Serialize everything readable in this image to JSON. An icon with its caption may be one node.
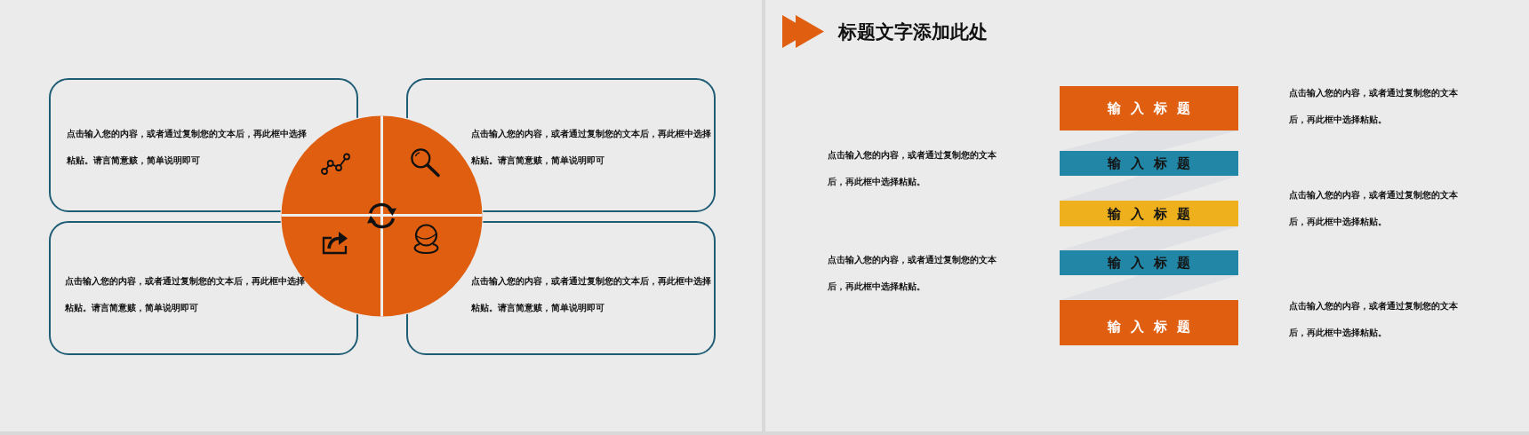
{
  "diagram": {
    "title": "标题文字添加此处",
    "nodes": [
      {
        "text": [
          "点击输入您的内容，或者通过复制您的文本后，再此框中选择粘贴。请言简意赅，简单说明即可"
        ]
      },
      {
        "text": [
          "点击输入您的内容，或者通过复制您的文本后，再此框中选择粘贴。请言简意赅，简单说明即可"
        ]
      },
      {
        "text": [
          "点击输入您的内容，或者通过复制您的文本后，再此框中选择粘贴。请言简意赅，简单说明即可"
        ]
      },
      {
        "text": [
          "点击输入您的内容，或者通过复制您的文本后，再此框中选择粘贴。请言简意赅，简单说明即可"
        ]
      },
      {
        "text": [],
        "shape": "circle"
      },
      {
        "text": [
          "输入标题"
        ]
      },
      {
        "text": [
          "输入标题"
        ]
      },
      {
        "text": [
          "输入标题"
        ]
      },
      {
        "text": [
          "输入标题"
        ]
      },
      {
        "text": [
          "输入标题"
        ]
      }
    ],
    "labels": [
      "点击输入您的内容，或者通过复制您的文本后，再此框中选择粘贴。",
      "点击输入您的内容，或者通过复制您的文本后，再此框中选择粘贴。",
      "点击输入您的内容，或者通过复制您的文本后，再此框中选择粘贴。",
      "点击输入您的内容，或者通过复制您的文本后，再此框中选择粘贴。",
      "点击输入您的内容，或者通过复制您的文本后，再此框中选择粘贴。"
    ]
  }
}
